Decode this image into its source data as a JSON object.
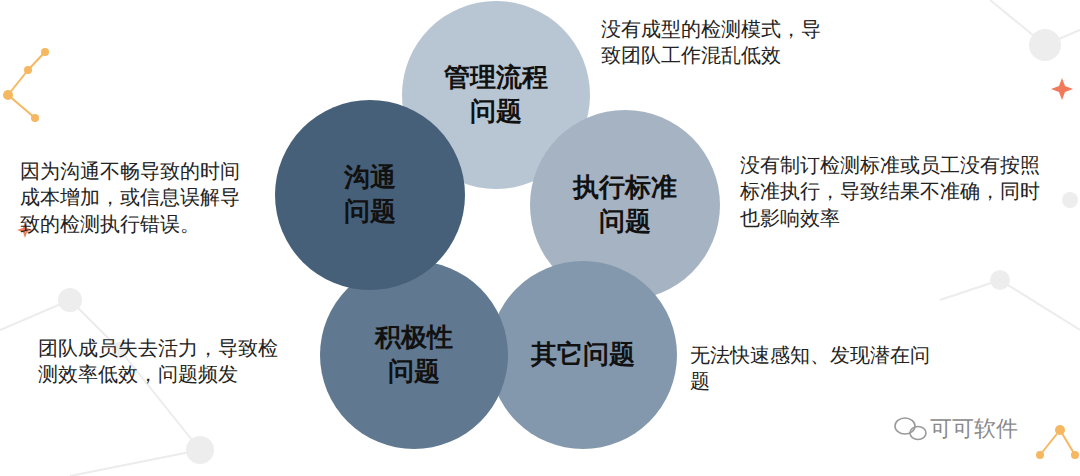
{
  "diagram": {
    "nodes": [
      {
        "text": [
          "管理流程 问题"
        ]
      },
      {
        "text": [
          "执行标准 问题"
        ]
      },
      {
        "text": [
          "其它问题"
        ]
      },
      {
        "text": [
          "积极性 问题"
        ]
      },
      {
        "text": [
          "沟通 问题"
        ]
      }
    ],
    "labels": [
      "没有成型的检测模式，导致团队工作混乱低效",
      "没有制订检测标准或员工没有按照标准执行，导致结果不准确，同时也影响效率",
      "无法快速感知、发现潜在问题",
      "团队成员失去活力，导致检测效率低效，问题频发",
      "因为沟通不畅导致的时间成本增加，或信息误解导致的检测执行错误。",
      "可可软件"
    ]
  }
}
